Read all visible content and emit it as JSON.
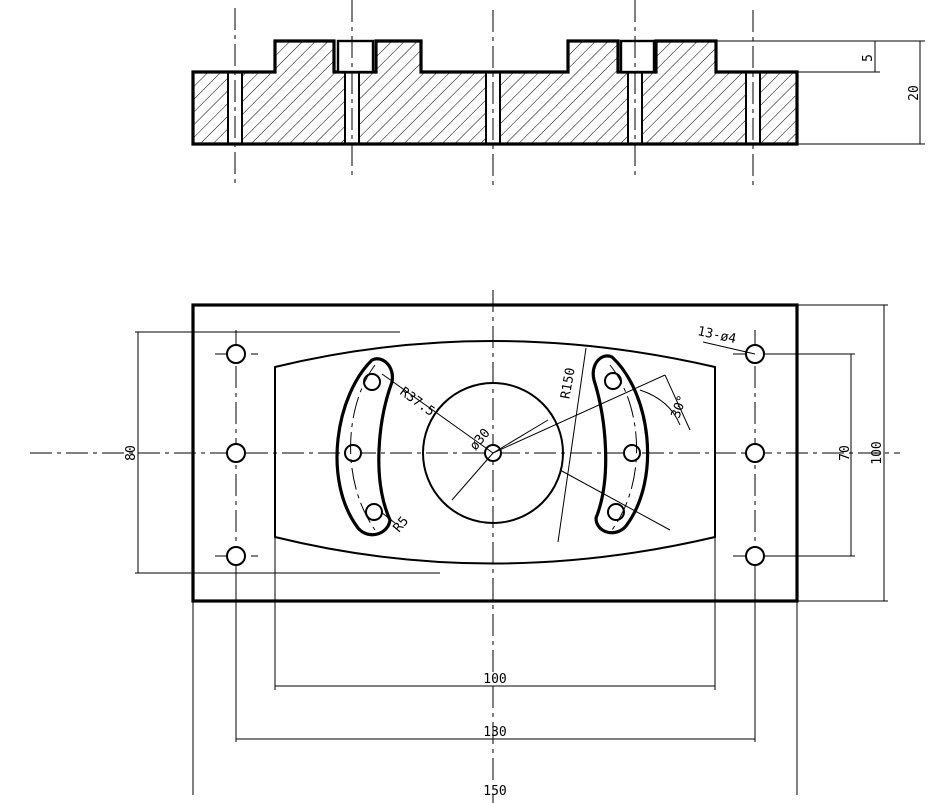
{
  "side_view": {
    "dimensions": {
      "pocket_depth": "5",
      "total_height": "20"
    }
  },
  "plan_view": {
    "dimensions": {
      "outer_length": "150",
      "hole_pitch_x": "130",
      "boss_width": "100",
      "outer_width": "100",
      "hole_pitch_y": "70",
      "boss_height": "80",
      "arc_radius_150": "R150",
      "arc_radius_37_5": "R37.5",
      "slot_radius": "R5",
      "center_bore": "ø30",
      "hole_callout": "13-ø4",
      "slot_angle": "30°"
    }
  }
}
